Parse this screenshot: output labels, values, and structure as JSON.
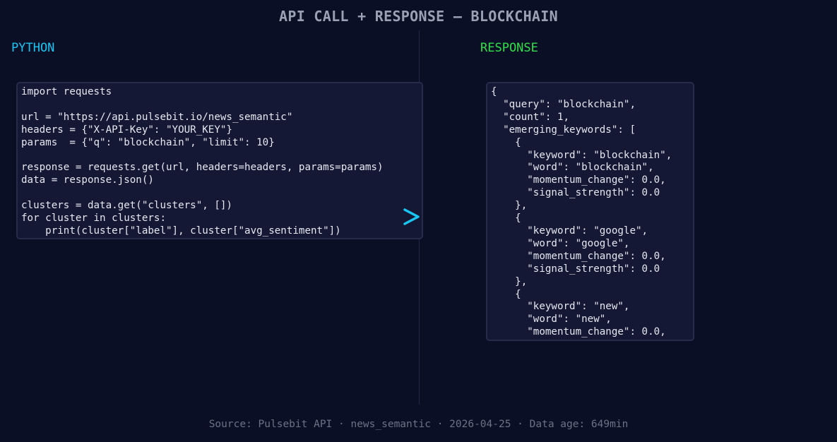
{
  "header": {
    "title": "API CALL + RESPONSE — BLOCKCHAIN"
  },
  "left_panel": {
    "label": "PYTHON",
    "code": "import requests\n\nurl = \"https://api.pulsebit.io/news_semantic\"\nheaders = {\"X-API-Key\": \"YOUR_KEY\"}\nparams  = {\"q\": \"blockchain\", \"limit\": 10}\n\nresponse = requests.get(url, headers=headers, params=params)\ndata = response.json()\n\nclusters = data.get(\"clusters\", [])\nfor cluster in clusters:\n    print(cluster[\"label\"], cluster[\"avg_sentiment\"])"
  },
  "right_panel": {
    "label": "RESPONSE",
    "json_text": "{\n  \"query\": \"blockchain\",\n  \"count\": 1,\n  \"emerging_keywords\": [\n    {\n      \"keyword\": \"blockchain\",\n      \"word\": \"blockchain\",\n      \"momentum_change\": 0.0,\n      \"signal_strength\": 0.0\n    },\n    {\n      \"keyword\": \"google\",\n      \"word\": \"google\",\n      \"momentum_change\": 0.0,\n      \"signal_strength\": 0.0\n    },\n    {\n      \"keyword\": \"new\",\n      \"word\": \"new\",\n      \"momentum_change\": 0.0,"
  },
  "footer": {
    "source": "Source: Pulsebit API · news_semantic · 2026-04-25 · Data age: 649min"
  },
  "icons": {
    "arrow": "chevron-right-icon"
  },
  "colors": {
    "background": "#0b0f26",
    "panel": "#141834",
    "python_label": "#19c6f2",
    "response_label": "#2fe04a",
    "arrow": "#19c6f2",
    "title": "#9aa1b5",
    "footer": "#6c7286"
  }
}
